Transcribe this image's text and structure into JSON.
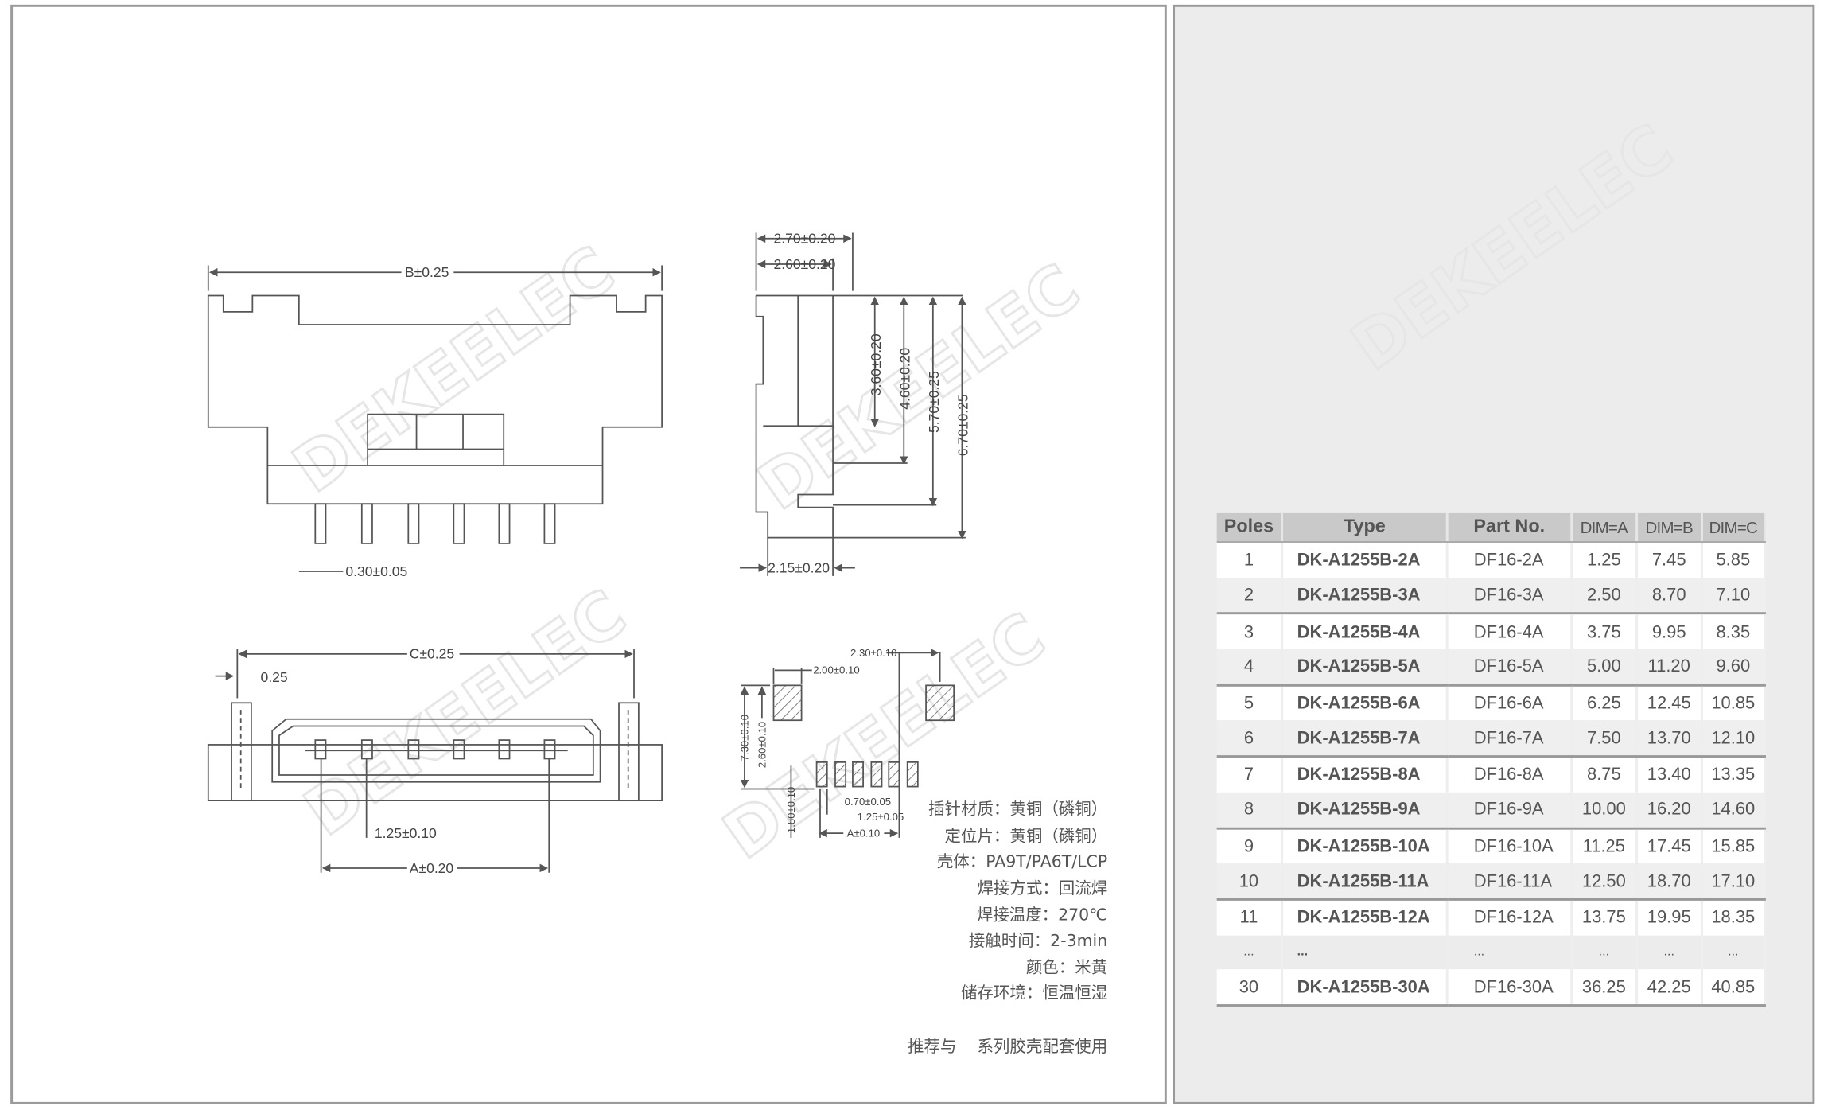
{
  "watermark": "DEKEELEC",
  "front_view": {
    "dim_b": "B±0.25",
    "dim_pin_width": "0.30±0.05"
  },
  "side_view": {
    "dim_270": "2.70±0.20",
    "dim_260": "2.60±0.20",
    "dim_360": "3.60±0.20",
    "dim_460": "4.60±0.20",
    "dim_570": "5.70±0.25",
    "dim_670": "6.70±0.25",
    "dim_215": "2.15±0.20"
  },
  "bottom_view": {
    "dim_c": "C±0.25",
    "dim_025": "0.25",
    "dim_pitch": "1.25±0.10",
    "dim_a": "A±0.20"
  },
  "footprint": {
    "dim_230": "2.30±0.10",
    "dim_200": "2.00±0.10",
    "dim_730": "7.30±0.10",
    "dim_260": "2.60±0.10",
    "dim_180": "1.80±0.10",
    "dim_070": "0.70±0.05",
    "dim_125": "1.25±0.05",
    "dim_a": "A±0.10"
  },
  "specs": [
    "插针材质：黄铜（磷铜）",
    "定位片：黄铜（磷铜）",
    "壳体：PA9T/PA6T/LCP",
    "焊接方式：回流焊",
    "焊接温度：270℃",
    "接触时间：2-3min",
    "颜色：米黄",
    "储存环境：恒温恒湿"
  ],
  "recommend_note": "推荐与    系列胶壳配套使用",
  "table": {
    "headers": [
      "Poles",
      "Type",
      "Part No.",
      "DIM=A",
      "DIM=B",
      "DIM=C"
    ],
    "rows": [
      [
        "1",
        "DK-A1255B-2A",
        "DF16-2A",
        "1.25",
        "7.45",
        "5.85"
      ],
      [
        "2",
        "DK-A1255B-3A",
        "DF16-3A",
        "2.50",
        "8.70",
        "7.10"
      ],
      [
        "3",
        "DK-A1255B-4A",
        "DF16-4A",
        "3.75",
        "9.95",
        "8.35"
      ],
      [
        "4",
        "DK-A1255B-5A",
        "DF16-5A",
        "5.00",
        "11.20",
        "9.60"
      ],
      [
        "5",
        "DK-A1255B-6A",
        "DF16-6A",
        "6.25",
        "12.45",
        "10.85"
      ],
      [
        "6",
        "DK-A1255B-7A",
        "DF16-7A",
        "7.50",
        "13.70",
        "12.10"
      ],
      [
        "7",
        "DK-A1255B-8A",
        "DF16-8A",
        "8.75",
        "13.40",
        "13.35"
      ],
      [
        "8",
        "DK-A1255B-9A",
        "DF16-9A",
        "10.00",
        "16.20",
        "14.60"
      ],
      [
        "9",
        "DK-A1255B-10A",
        "DF16-10A",
        "11.25",
        "17.45",
        "15.85"
      ],
      [
        "10",
        "DK-A1255B-11A",
        "DF16-11A",
        "12.50",
        "18.70",
        "17.10"
      ],
      [
        "11",
        "DK-A1255B-12A",
        "DF16-12A",
        "13.75",
        "19.95",
        "18.35"
      ],
      [
        "...",
        "...",
        "...",
        "...",
        "...",
        "..."
      ],
      [
        "30",
        "DK-A1255B-30A",
        "DF16-30A",
        "36.25",
        "42.25",
        "40.85"
      ]
    ]
  }
}
